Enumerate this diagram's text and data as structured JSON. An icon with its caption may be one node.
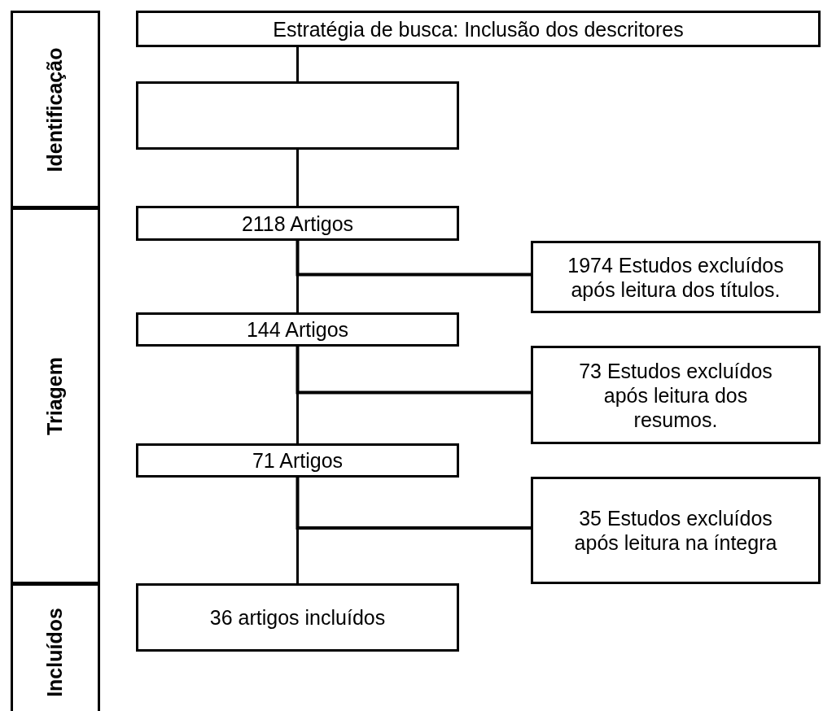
{
  "diagram": {
    "nodes": [
      {
        "text": [
          "Identificação"
        ]
      },
      {
        "text": [
          "Triagem"
        ]
      },
      {
        "text": [
          "Incluídos"
        ]
      },
      {
        "text": [
          "Estratégia de busca: Inclusão dos descritores"
        ]
      },
      {
        "text": [],
        "shape": "box"
      },
      {
        "text": [
          "2118 Artigos"
        ]
      },
      {
        "text": [
          "1974 Estudos excluídos após leitura dos títulos."
        ]
      },
      {
        "text": [
          "144 Artigos"
        ]
      },
      {
        "text": [
          "73 Estudos excluídos após leitura dos resumos."
        ]
      },
      {
        "text": [
          "71 Artigos"
        ]
      },
      {
        "text": [
          "35 Estudos excluídos após leitura na íntegra"
        ]
      },
      {
        "text": [
          "36 artigos incluídos"
        ]
      }
    ],
    "edges": [
      {
        "from": 3,
        "to": 4,
        "arrow": "none"
      },
      {
        "from": 4,
        "to": 5,
        "arrow": "none"
      },
      {
        "from": 5,
        "to": 7,
        "arrow": "none"
      },
      {
        "from": 5,
        "to": 6,
        "arrow": "none"
      },
      {
        "from": 7,
        "to": 9,
        "arrow": "none"
      },
      {
        "from": 7,
        "to": 8,
        "arrow": "none"
      },
      {
        "from": 9,
        "to": 11,
        "arrow": "none"
      },
      {
        "from": 9,
        "to": 10,
        "arrow": "none"
      }
    ]
  }
}
